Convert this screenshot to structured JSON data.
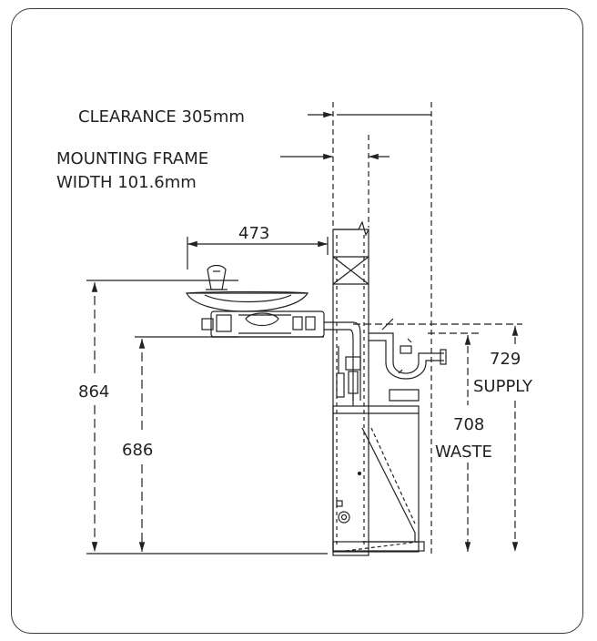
{
  "labels": {
    "clearance": "CLEARANCE 305mm",
    "mounting_line1": "MOUNTING FRAME",
    "mounting_line2": "WIDTH 101.6mm",
    "bowl_depth": "473",
    "total_height": "864",
    "rim_height": "686",
    "supply_value": "729",
    "supply_label": "SUPPLY",
    "waste_value": "708",
    "waste_label": "WASTE"
  },
  "colors": {
    "line": "#222222",
    "border": "#3a3a3a"
  }
}
